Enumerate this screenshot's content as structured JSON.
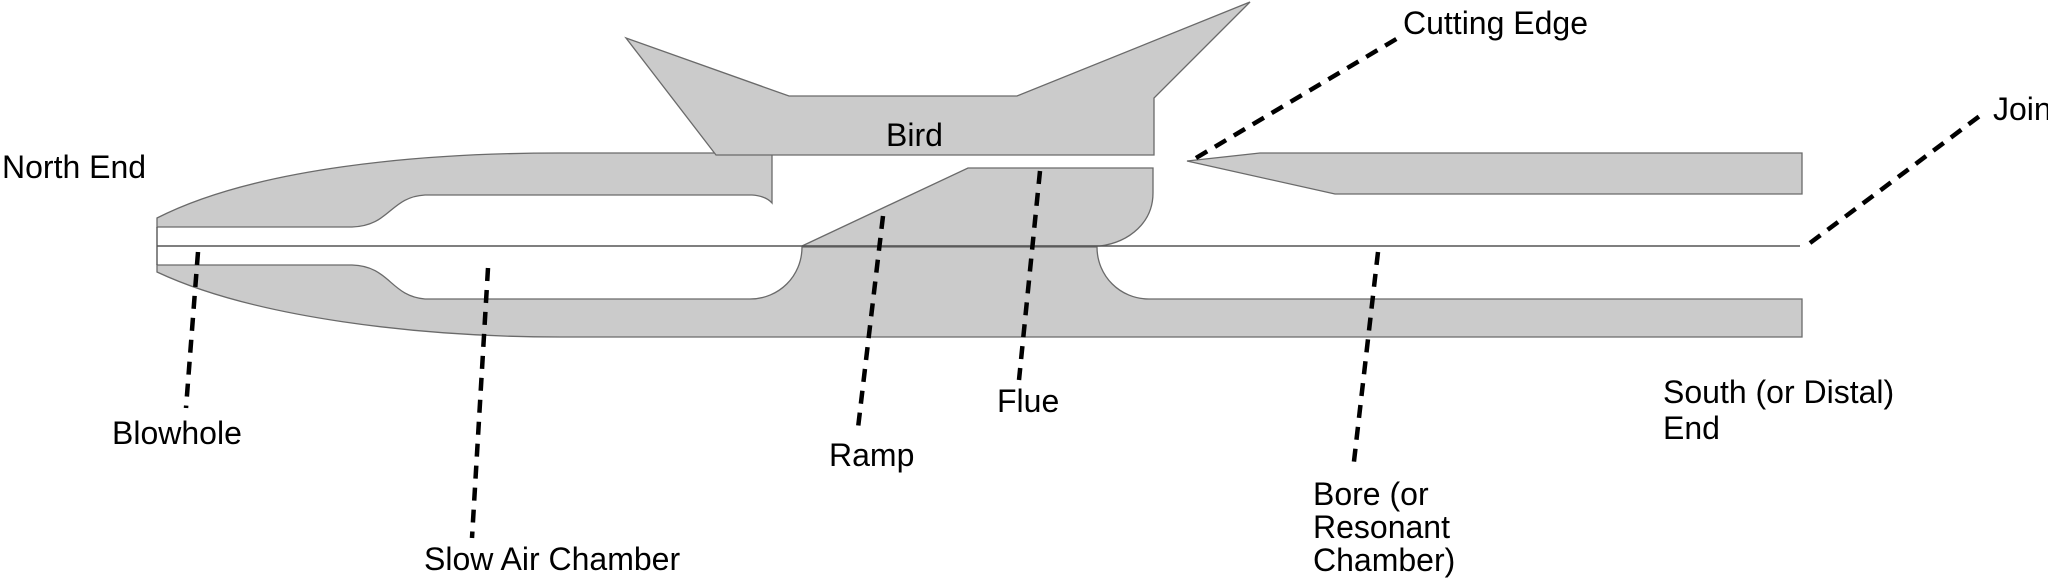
{
  "labels": {
    "north_end": "North End",
    "blowhole": "Blowhole",
    "slow_air_chamber": "Slow Air Chamber",
    "bird": "Bird",
    "ramp": "Ramp",
    "flue": "Flue",
    "cutting_edge": "Cutting Edge",
    "bore": "Bore (or\nResonant\nChamber)",
    "south_end": "South (or Distal)\nEnd",
    "join": "Join"
  },
  "colors": {
    "body_fill": "#cbcbcb",
    "outline": "#6a6a6a",
    "leader_line": "#000000",
    "join_line": "#555555",
    "text": "#000000",
    "background": "#ffffff"
  }
}
